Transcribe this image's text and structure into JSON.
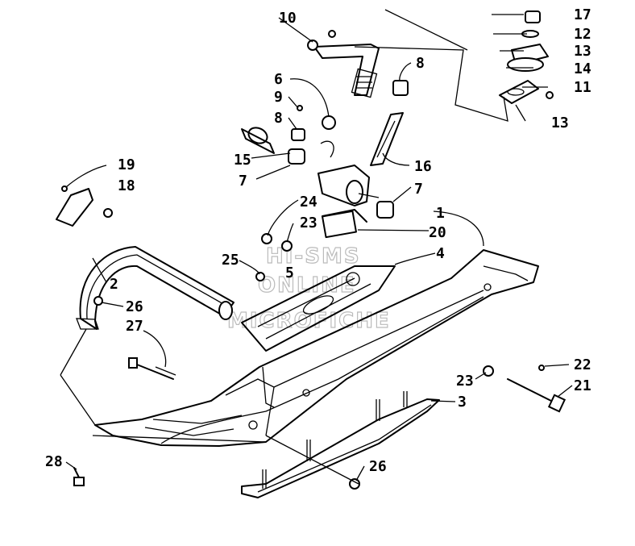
{
  "watermark": {
    "line1": "HI-SMS",
    "line2": "ONLINE",
    "line3": "MICROFICHE"
  },
  "callouts": [
    {
      "id": "c10",
      "label": "10"
    },
    {
      "id": "c17",
      "label": "17"
    },
    {
      "id": "c12",
      "label": "12"
    },
    {
      "id": "c13a",
      "label": "13"
    },
    {
      "id": "c14",
      "label": "14"
    },
    {
      "id": "c11",
      "label": "11"
    },
    {
      "id": "c13b",
      "label": "13"
    },
    {
      "id": "c8a",
      "label": "8"
    },
    {
      "id": "c6",
      "label": "6"
    },
    {
      "id": "c9",
      "label": "9"
    },
    {
      "id": "c8b",
      "label": "8"
    },
    {
      "id": "c15",
      "label": "15"
    },
    {
      "id": "c7a",
      "label": "7"
    },
    {
      "id": "c16",
      "label": "16"
    },
    {
      "id": "c7b",
      "label": "7"
    },
    {
      "id": "c19",
      "label": "19"
    },
    {
      "id": "c18",
      "label": "18"
    },
    {
      "id": "c24",
      "label": "24"
    },
    {
      "id": "c23a",
      "label": "23"
    },
    {
      "id": "c20",
      "label": "20"
    },
    {
      "id": "c1",
      "label": "1"
    },
    {
      "id": "c25",
      "label": "25"
    },
    {
      "id": "c5",
      "label": "5"
    },
    {
      "id": "c4",
      "label": "4"
    },
    {
      "id": "c2",
      "label": "2"
    },
    {
      "id": "c26a",
      "label": "26"
    },
    {
      "id": "c27",
      "label": "27"
    },
    {
      "id": "c22",
      "label": "22"
    },
    {
      "id": "c23b",
      "label": "23"
    },
    {
      "id": "c21",
      "label": "21"
    },
    {
      "id": "c3",
      "label": "3"
    },
    {
      "id": "c28",
      "label": "28"
    },
    {
      "id": "c26b",
      "label": "26"
    }
  ]
}
